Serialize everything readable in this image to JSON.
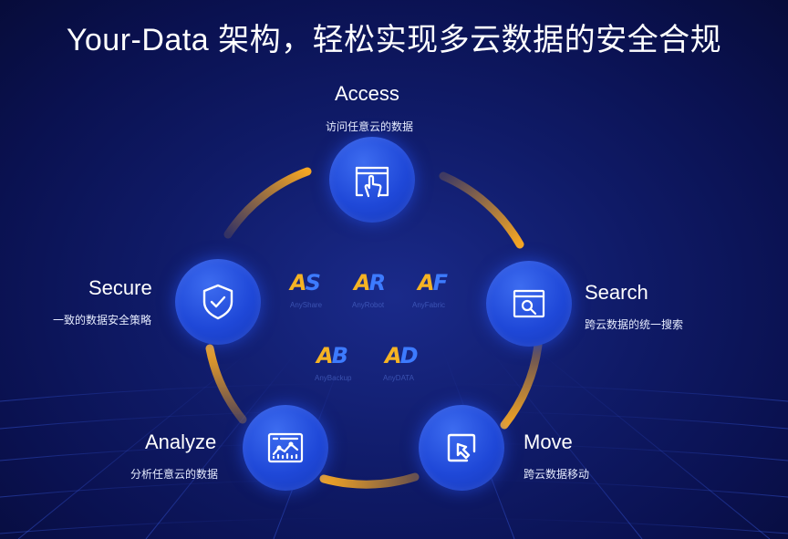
{
  "title": "Your-Data 架构，轻松实现多云数据的安全合规",
  "nodes": {
    "access": {
      "label": "Access",
      "desc": "访问任意云的数据",
      "icon": "hand-pointer-window-icon"
    },
    "search": {
      "label": "Search",
      "desc": "跨云数据的统一搜索",
      "icon": "magnifier-window-icon"
    },
    "move": {
      "label": "Move",
      "desc": "跨云数据移动",
      "icon": "cursor-arrow-box-icon"
    },
    "analyze": {
      "label": "Analyze",
      "desc": "分析任意云的数据",
      "icon": "analytics-dashboard-icon"
    },
    "secure": {
      "label": "Secure",
      "desc": "一致的数据安全策略",
      "icon": "shield-check-icon"
    }
  },
  "logos": [
    {
      "first": "A",
      "second": "S",
      "caption": "AnyShare"
    },
    {
      "first": "A",
      "second": "R",
      "caption": "AnyRobot"
    },
    {
      "first": "A",
      "second": "F",
      "caption": "AnyFabric"
    },
    {
      "first": "A",
      "second": "B",
      "caption": "AnyBackup"
    },
    {
      "first": "A",
      "second": "D",
      "caption": "AnyDATA"
    }
  ],
  "colors": {
    "ring": "#f5a623",
    "node": "#2a55e0",
    "logo_primary": "#f5b324",
    "logo_secondary": "#3d7bff"
  }
}
